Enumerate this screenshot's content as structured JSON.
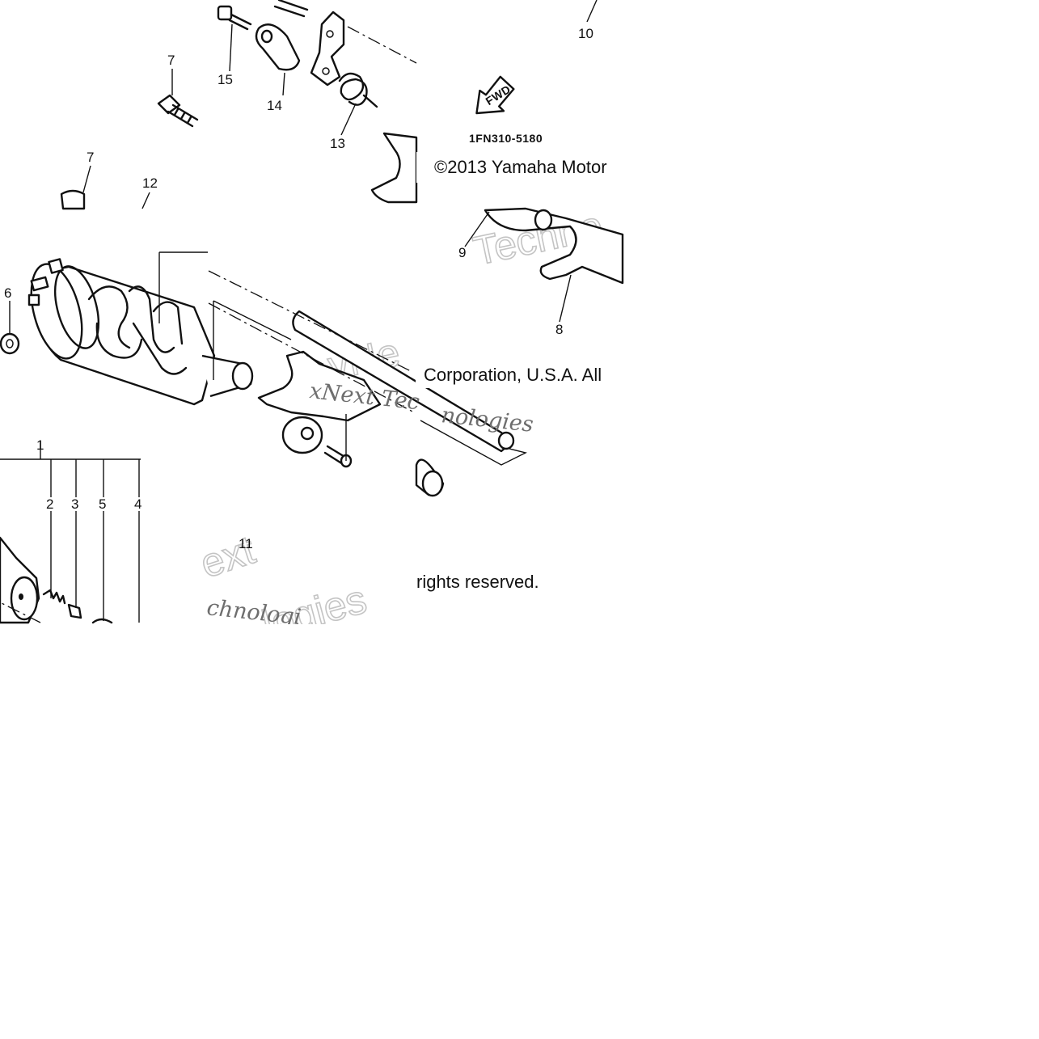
{
  "diagram": {
    "figure_code": "1FN310-5180",
    "arrow_label": "FWD",
    "copyright_line1": "©2013 Yamaha Motor",
    "copyright_line2": "Corporation, U.S.A. All",
    "copyright_line3": "rights reserved.",
    "watermark_text": "Techno",
    "watermark_serif_1": "xNext Tec",
    "watermark_serif_2": "nologies",
    "watermark_serif_3": "chnologi",
    "watermark_outline_1": "vNe",
    "watermark_outline_2": "ext",
    "watermark_outline_3": "logies",
    "callouts": {
      "c1": "1",
      "c2": "2",
      "c3": "3",
      "c4": "4",
      "c5": "5",
      "c6": "6",
      "c7a": "7",
      "c7b": "7",
      "c8": "8",
      "c9": "9",
      "c10": "10",
      "c11": "11",
      "c12": "12",
      "c13": "13",
      "c14": "14",
      "c15": "15"
    },
    "colors": {
      "ink": "#111111",
      "paper": "#ffffff",
      "watermark": "#c4c4c4"
    }
  }
}
